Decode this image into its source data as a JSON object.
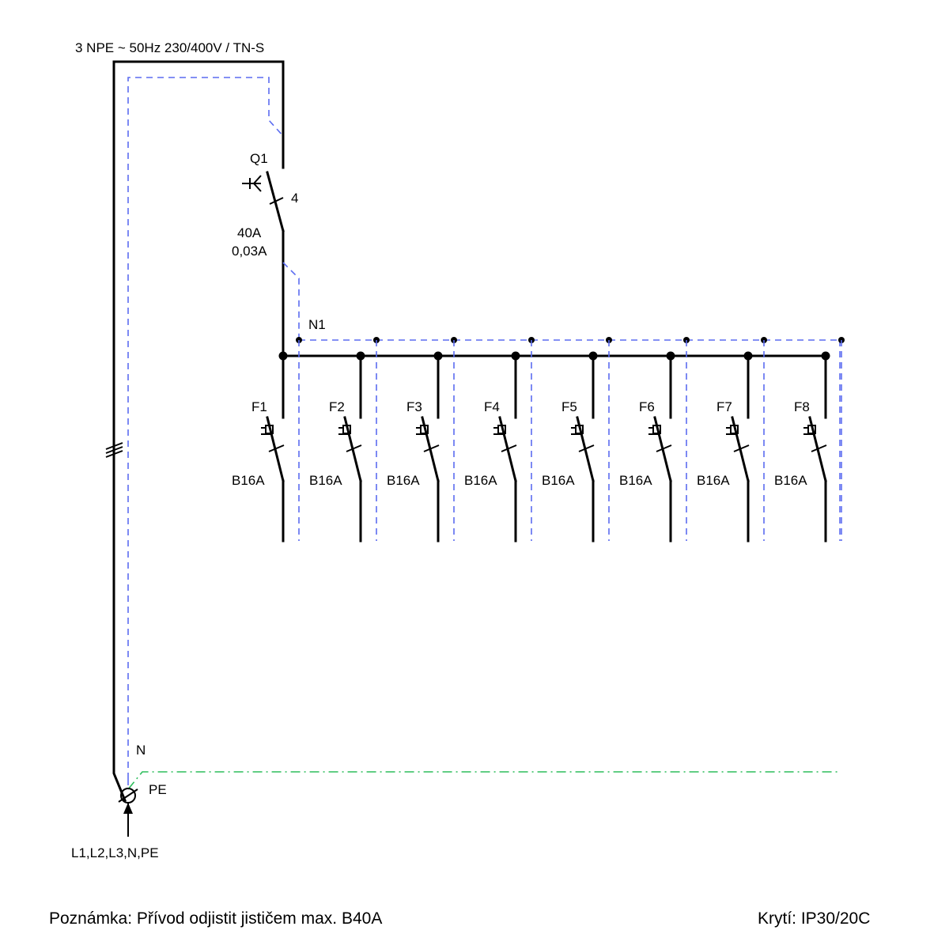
{
  "supply": {
    "title": "3 NPE ~ 50Hz  230/400V / TN-S",
    "input_label": "L1,L2,L3,N,PE",
    "n_label": "N",
    "pe_label": "PE"
  },
  "main_breaker": {
    "name": "Q1",
    "poles": "4",
    "rating": "40A",
    "residual": "0,03A"
  },
  "neutral_bus": {
    "label": "N1"
  },
  "breakers": [
    {
      "name": "F1",
      "rating": "B16A"
    },
    {
      "name": "F2",
      "rating": "B16A"
    },
    {
      "name": "F3",
      "rating": "B16A"
    },
    {
      "name": "F4",
      "rating": "B16A"
    },
    {
      "name": "F5",
      "rating": "B16A"
    },
    {
      "name": "F6",
      "rating": "B16A"
    },
    {
      "name": "F7",
      "rating": "B16A"
    },
    {
      "name": "F8",
      "rating": "B16A"
    }
  ],
  "footer": {
    "note": "Poznámka: Přívod odjistit jističem max. B40A",
    "protection": "Krytí: IP30/20C"
  },
  "colors": {
    "wire": "#000000",
    "neutral": "#5b6cf0",
    "protective_earth": "#2dbd5c"
  }
}
